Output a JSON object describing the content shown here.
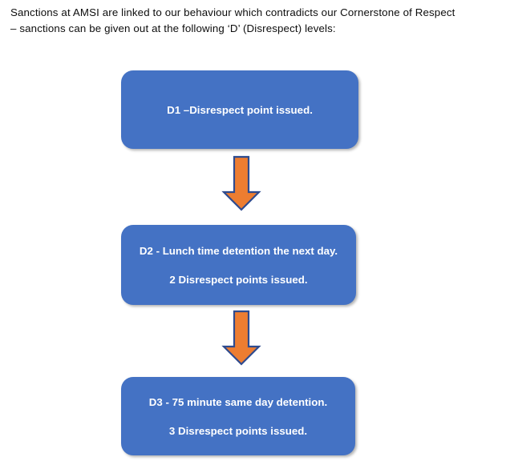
{
  "page": {
    "background_color": "#ffffff"
  },
  "intro": {
    "line1": "Sanctions at AMSI are linked to our behaviour which contradicts our Cornerstone of Respect",
    "line2": "– sanctions can be given out at the following ‘D’ (Disrespect) levels:"
  },
  "colors": {
    "box_fill": "#4472c4",
    "box_text": "#ffffff",
    "arrow_fill": "#ed7d31",
    "arrow_stroke": "#2e4b8f",
    "body_text": "#0d0d0d"
  },
  "flow": {
    "steps": [
      {
        "id": "d1",
        "label": "D1-box",
        "lines": [
          "D1 –Disrespect point issued."
        ]
      },
      {
        "id": "d2",
        "label": "D2-box",
        "lines": [
          "D2 -   Lunch time detention the next day.",
          "2  Disrespect points issued."
        ]
      },
      {
        "id": "d3",
        "label": "D3-box",
        "lines": [
          "D3 -   75 minute same day detention.",
          "3 Disrespect points issued."
        ]
      }
    ],
    "connectors": [
      {
        "id": "arrow-d1-d2",
        "icon": "down-arrow-icon",
        "from": "d1",
        "to": "d2"
      },
      {
        "id": "arrow-d2-d3",
        "icon": "down-arrow-icon",
        "from": "d2",
        "to": "d3"
      }
    ]
  }
}
